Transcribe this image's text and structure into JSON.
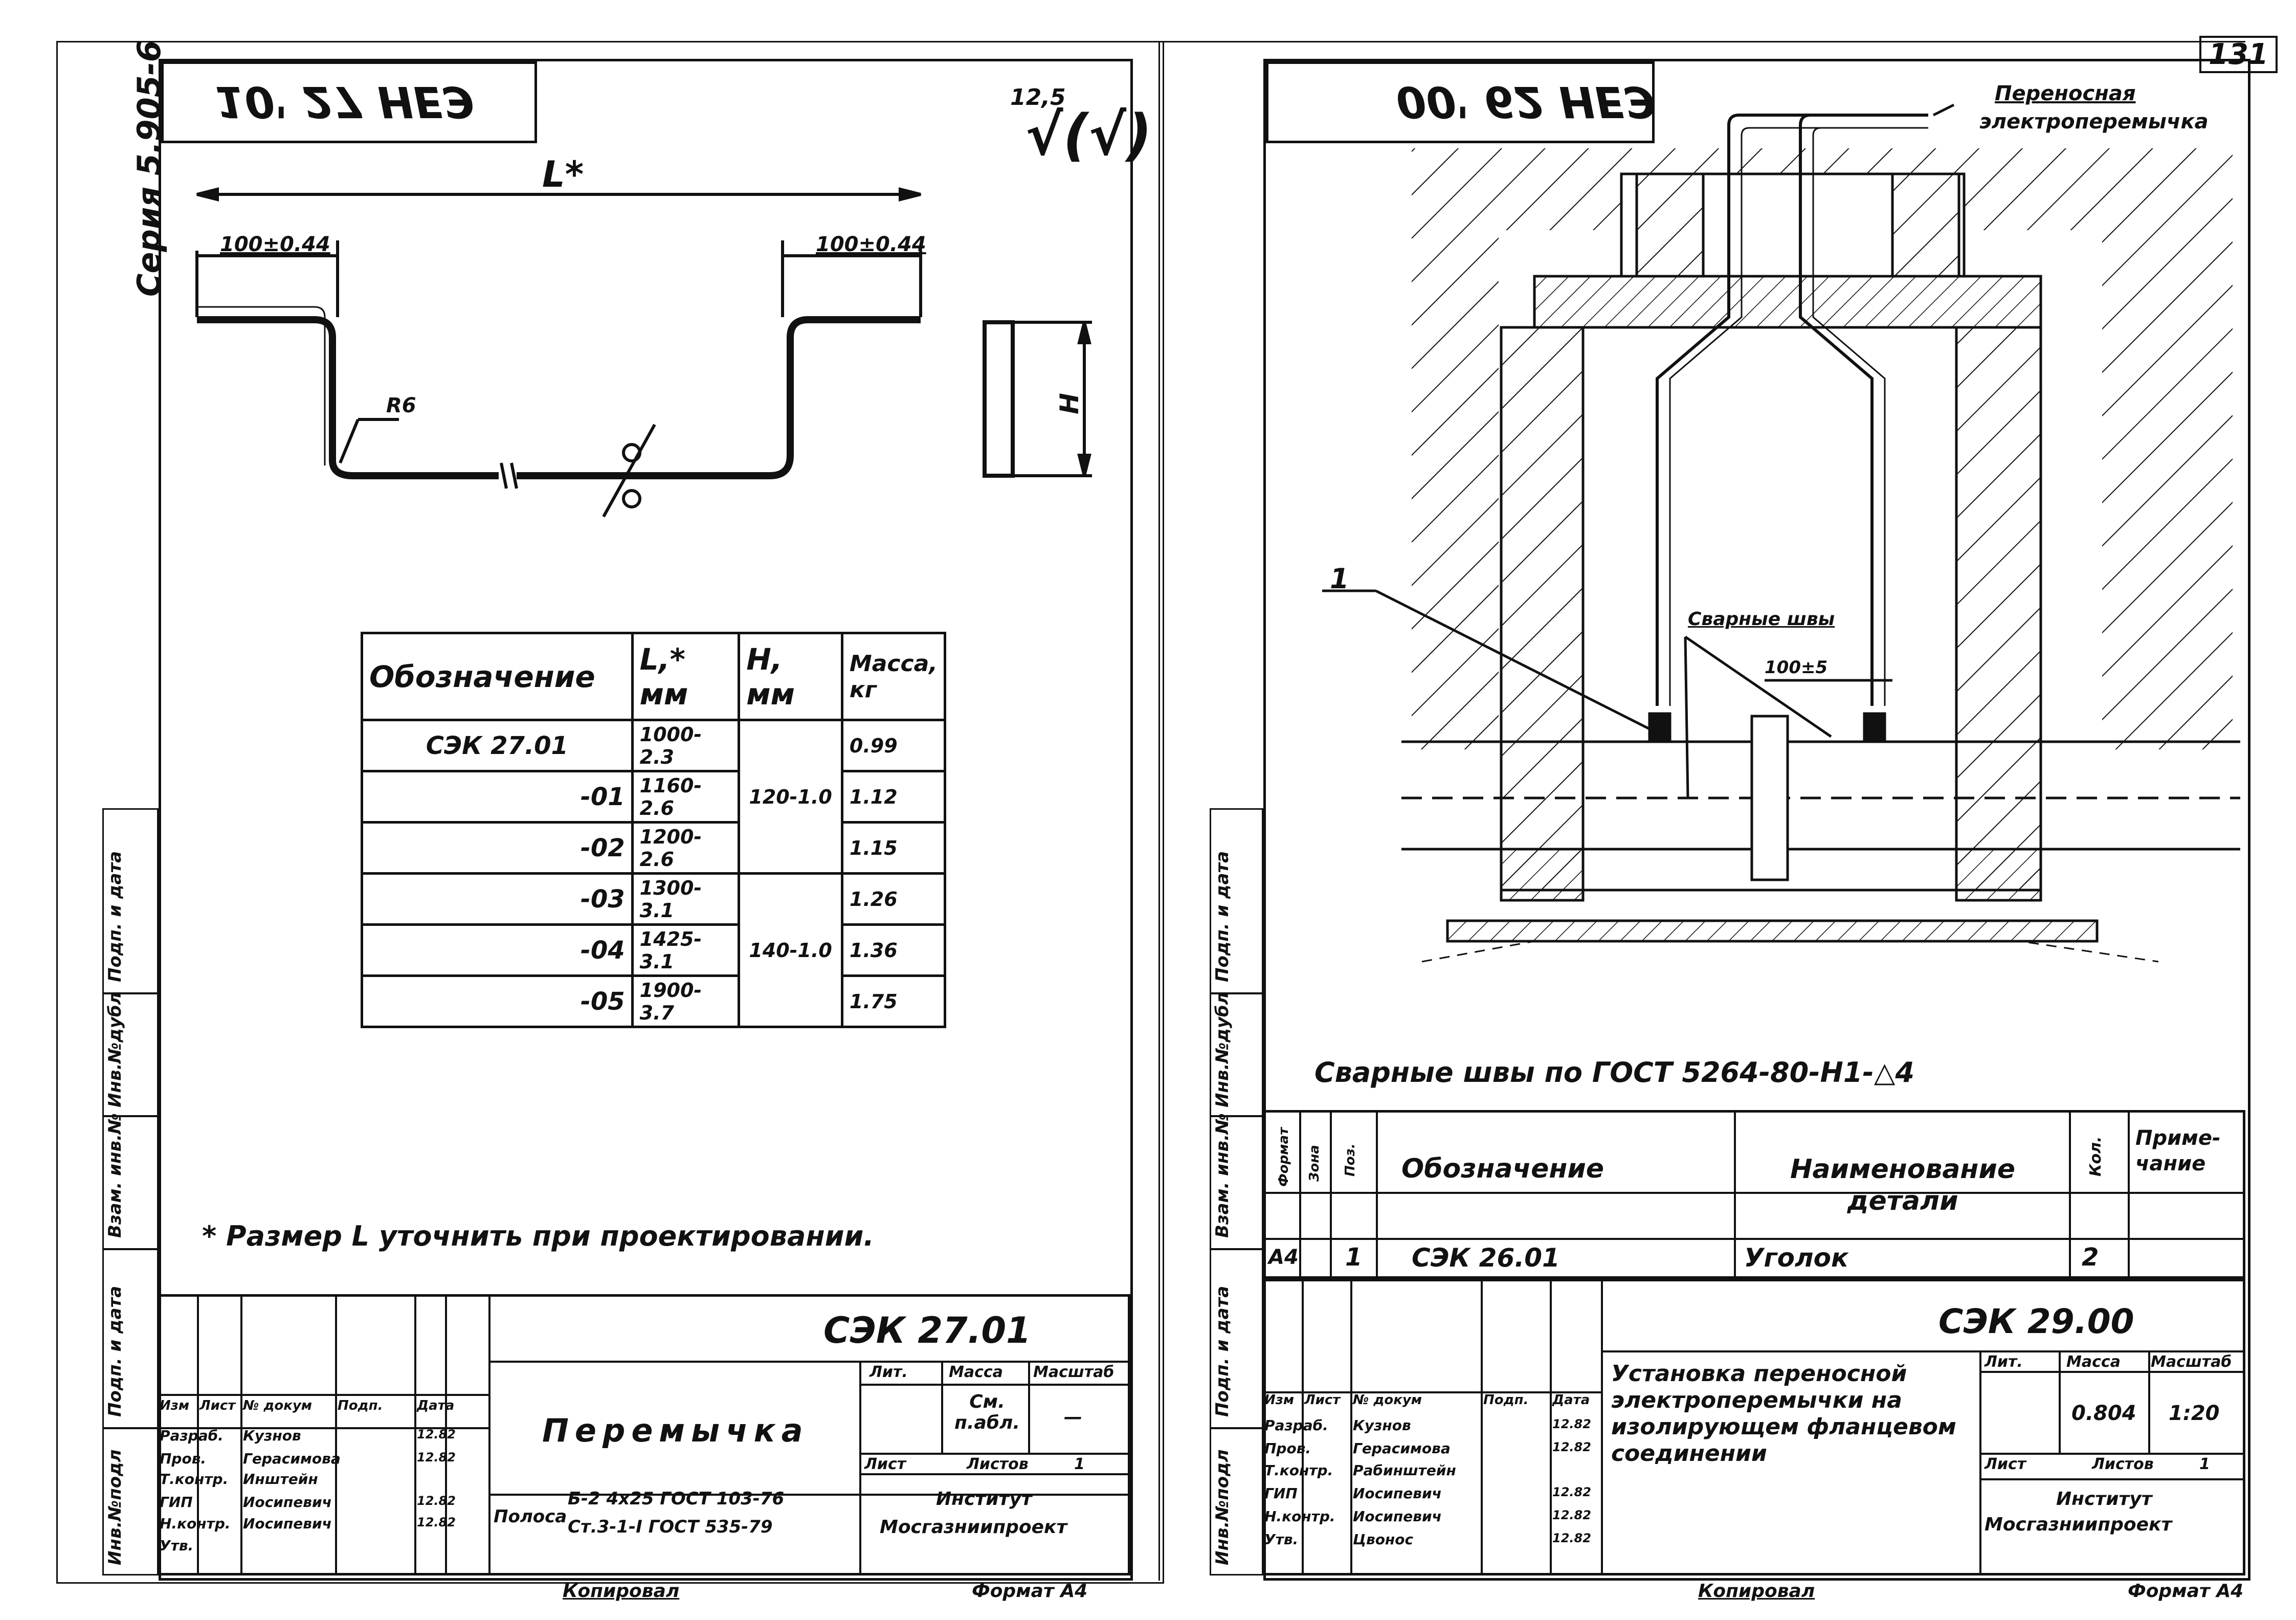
{
  "page": {
    "number": "131"
  },
  "left_sheet": {
    "flipped_code": "10' 27 HEЭ",
    "series_label": "Серия 5.905-6",
    "roughness": {
      "value": "12,5",
      "mark": "√(√)"
    },
    "dimensions": {
      "length": "L*",
      "left_flange": "100±0.44",
      "right_flange": "100±0.44",
      "radius": "R6",
      "height": "H"
    },
    "table": {
      "headers": [
        "Обозначение",
        "L,* мм",
        "H, мм",
        "Масса, кг"
      ],
      "rows": [
        {
          "designation": "СЭК 27.01",
          "length": "1000-2.3",
          "height": "",
          "mass": "0.99"
        },
        {
          "designation": "-01",
          "length": "1160-2.6",
          "height": "120-1.0",
          "mass": "1.12"
        },
        {
          "designation": "-02",
          "length": "1200-2.6",
          "height": "",
          "mass": "1.15"
        },
        {
          "designation": "-03",
          "length": "1300-3.1",
          "height": "",
          "mass": "1.26"
        },
        {
          "designation": "-04",
          "length": "1425-3.1",
          "height": "140-1.0",
          "mass": "1.36"
        },
        {
          "designation": "-05",
          "length": "1900-3.7",
          "height": "",
          "mass": "1.75"
        }
      ]
    },
    "note": "* Размер L уточнить при проектировании.",
    "side_strip": [
      "Инв.№подл",
      "Подп. и дата",
      "Взам. инв.№",
      "Инв.№дубл",
      "Подп. и дата"
    ],
    "title_block": {
      "code": "СЭК 27.01",
      "name": "Перемычка",
      "headers": [
        "Изм",
        "Лист",
        "№ докум",
        "Подп.",
        "Дата"
      ],
      "people": [
        {
          "role": "Разраб.",
          "name": "Кузнов",
          "date": "12.82"
        },
        {
          "role": "Пров.",
          "name": "Герасимова",
          "date": "12.82"
        },
        {
          "role": "Т.контр.",
          "name": "Инштейн",
          "date": ""
        },
        {
          "role": "ГИП",
          "name": "Иосипевич",
          "date": "12.82"
        },
        {
          "role": "Н.контр.",
          "name": "Иосипевич",
          "date": "12.82"
        },
        {
          "role": "Утв.",
          "name": "",
          "date": ""
        }
      ],
      "lit_label": "Лит.",
      "mass_label": "Масса",
      "scale_label": "Масштаб",
      "mass_value": "См. п.абл.",
      "scale_value": "—",
      "sheet_label": "Лист",
      "sheets_label": "Листов",
      "sheets_value": "1",
      "material_label": "Полоса",
      "material_line1": "Б-2 4x25 ГОСТ 103-76",
      "material_line2": "Ст.3-1-I ГОСТ 535-79",
      "org_line1": "Институт",
      "org_line2": "Мосгазниипроект"
    },
    "footer_copied": "Копировал",
    "footer_format": "Формат А4"
  },
  "right_sheet": {
    "flipped_code": "00' 62 HEЭ",
    "callouts": {
      "portable_jumper_line1": "Переносная",
      "portable_jumper_line2": "электроперемычка",
      "item_number": "1",
      "welds": "Сварные швы",
      "distance": "100±5"
    },
    "weld_note": "Сварные швы по ГОСТ 5264-80-Н1-△4",
    "spec_table": {
      "headers": [
        "Формат",
        "Зона",
        "Поз.",
        "Обозначение",
        "Наименование детали",
        "Кол.",
        "Приме- чание"
      ],
      "row": {
        "format": "А4",
        "zone": "",
        "pos": "1",
        "designation": "СЭК 26.01",
        "name": "Уголок",
        "qty": "2",
        "note": ""
      }
    },
    "side_strip": [
      "Инв.№подл",
      "Подп. и дата",
      "Взам. инв.№",
      "Инв.№дубл",
      "Подп. и дата"
    ],
    "title_block": {
      "code": "СЭК 29.00",
      "name": "Установка переносной электроперемычки на изолирующем фланцевом соединении",
      "headers": [
        "Изм",
        "Лист",
        "№ докум",
        "Подп.",
        "Дата"
      ],
      "people": [
        {
          "role": "Разраб.",
          "name": "Кузнов",
          "date": "12.82"
        },
        {
          "role": "Пров.",
          "name": "Герасимова",
          "date": "12.82"
        },
        {
          "role": "Т.контр.",
          "name": "Рабинштейн",
          "date": ""
        },
        {
          "role": "ГИП",
          "name": "Иосипевич",
          "date": "12.82"
        },
        {
          "role": "Н.контр.",
          "name": "Иосипевич",
          "date": "12.82"
        },
        {
          "role": "Утв.",
          "name": "Цвонос",
          "date": "12.82"
        }
      ],
      "lit_label": "Лит.",
      "mass_label": "Масса",
      "scale_label": "Масштаб",
      "mass_value": "0.804",
      "scale_value": "1:20",
      "sheet_label": "Лист",
      "sheets_label": "Листов",
      "sheets_value": "1",
      "org_line1": "Институт",
      "org_line2": "Мосгазниипроект"
    },
    "footer_copied": "Копировал",
    "footer_format": "Формат А4"
  }
}
